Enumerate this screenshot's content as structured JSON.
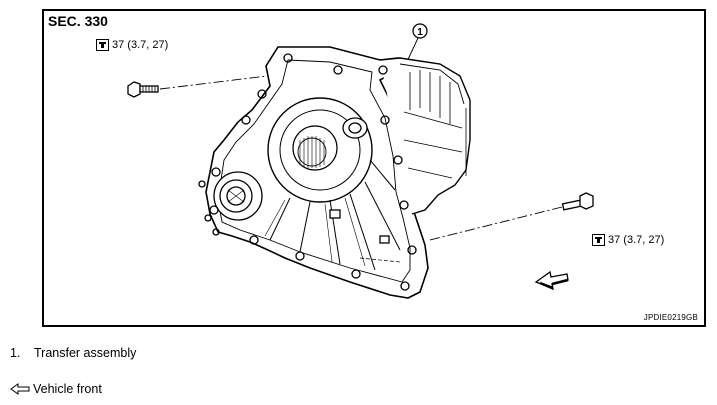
{
  "diagram": {
    "section_label": "SEC. 330",
    "torque_upper": "37 (3.7, 27)",
    "torque_lower": "37 (3.7, 27)",
    "callout_number": "1",
    "figure_code": "JPDIE0219GB"
  },
  "legend": {
    "item_number": "1.",
    "item_label": "Transfer assembly",
    "front_label": "Vehicle front"
  },
  "icons": [
    "torque-wrench-icon",
    "vehicle-front-arrow-icon"
  ]
}
